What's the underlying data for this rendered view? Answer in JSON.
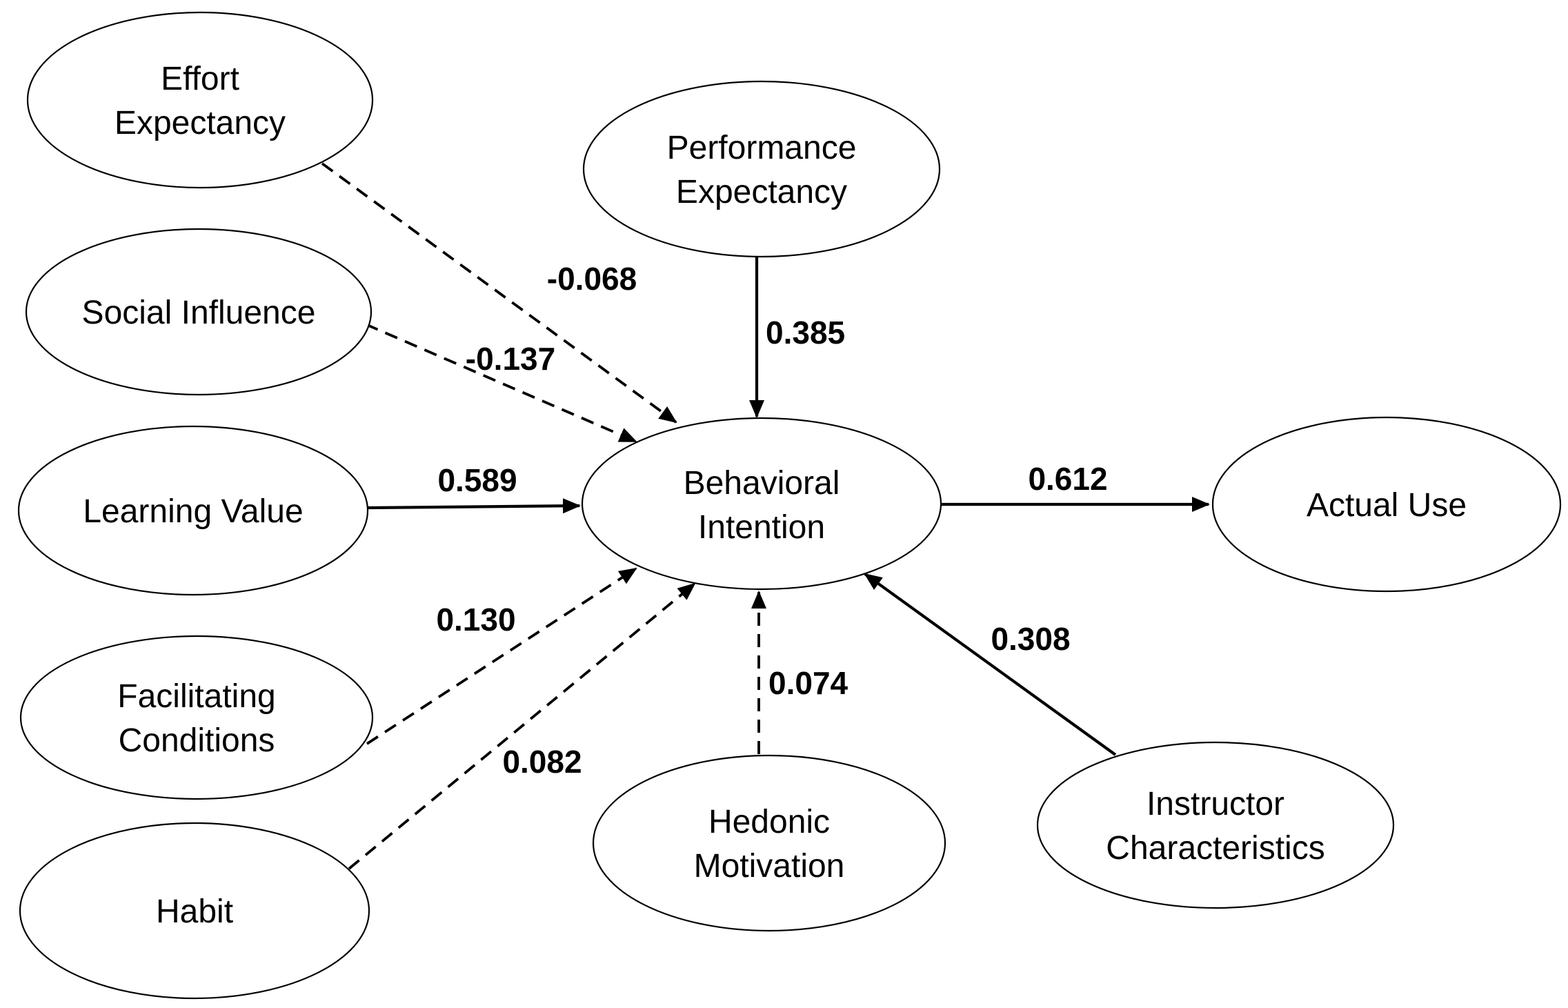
{
  "diagram": {
    "background_color": "#ffffff",
    "stroke_color": "#000000",
    "nodes": {
      "effort_expectancy": {
        "line1": "Effort",
        "line2": "Expectancy"
      },
      "social_influence": {
        "line1": "Social Influence"
      },
      "learning_value": {
        "line1": "Learning Value"
      },
      "facilitating_conditions": {
        "line1": "Facilitating",
        "line2": "Conditions"
      },
      "habit": {
        "line1": "Habit"
      },
      "performance_expectancy": {
        "line1": "Performance",
        "line2": "Expectancy"
      },
      "behavioral_intention": {
        "line1": "Behavioral",
        "line2": "Intention"
      },
      "hedonic_motivation": {
        "line1": "Hedonic",
        "line2": "Motivation"
      },
      "instructor_characteristics": {
        "line1": "Instructor",
        "line2": "Characteristics"
      },
      "actual_use": {
        "line1": "Actual Use"
      }
    },
    "paths": {
      "effort_to_intention": {
        "from": "Effort Expectancy",
        "to": "Behavioral Intention",
        "coefficient": "-0.068",
        "line_style": "dashed"
      },
      "social_to_intention": {
        "from": "Social Influence",
        "to": "Behavioral Intention",
        "coefficient": "-0.137",
        "line_style": "dashed"
      },
      "performance_to_intention": {
        "from": "Performance Expectancy",
        "to": "Behavioral Intention",
        "coefficient": "0.385",
        "line_style": "solid"
      },
      "learning_to_intention": {
        "from": "Learning Value",
        "to": "Behavioral Intention",
        "coefficient": "0.589",
        "line_style": "solid"
      },
      "facilitating_to_intention": {
        "from": "Facilitating Conditions",
        "to": "Behavioral Intention",
        "coefficient": "0.130",
        "line_style": "dashed"
      },
      "habit_to_intention": {
        "from": "Habit",
        "to": "Behavioral Intention",
        "coefficient": "0.082",
        "line_style": "dashed"
      },
      "hedonic_to_intention": {
        "from": "Hedonic Motivation",
        "to": "Behavioral Intention",
        "coefficient": "0.074",
        "line_style": "dashed"
      },
      "instructor_to_intention": {
        "from": "Instructor Characteristics",
        "to": "Behavioral Intention",
        "coefficient": "0.308",
        "line_style": "solid"
      },
      "intention_to_actual": {
        "from": "Behavioral Intention",
        "to": "Actual Use",
        "coefficient": "0.612",
        "line_style": "solid"
      }
    }
  }
}
